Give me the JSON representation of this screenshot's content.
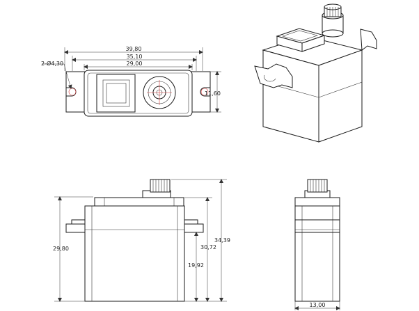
{
  "top_view": {
    "dim_overall": "39,80",
    "dim_mount_holes": "35,10",
    "dim_body": "29,00",
    "dim_hole_diameter": "2-Ø4,30",
    "dim_height": "11,60"
  },
  "front_view": {
    "dim_body_height": "29,80",
    "dim_ear_height": "19,92",
    "dim_top_height": "30,72",
    "dim_total_height": "34,39"
  },
  "side_view": {
    "dim_width": "13,00"
  }
}
